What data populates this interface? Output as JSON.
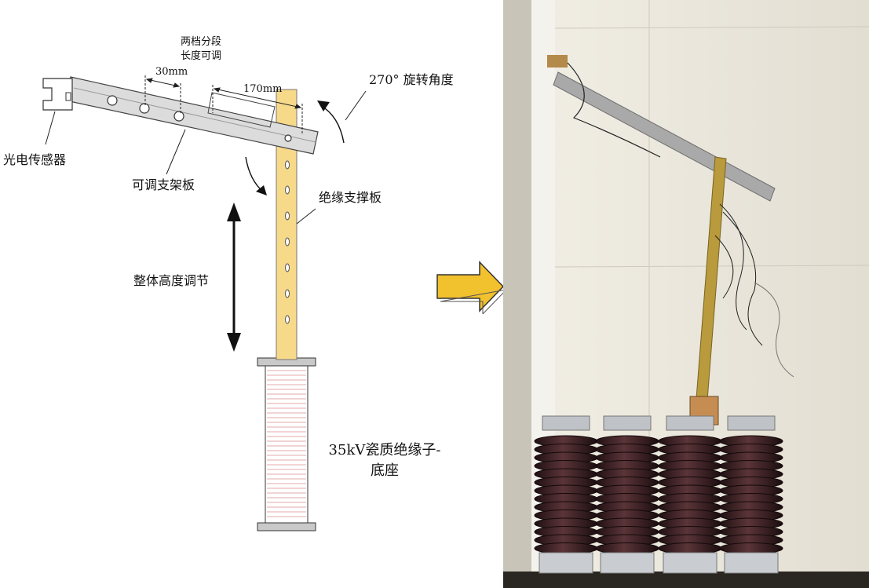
{
  "diagram": {
    "labels": {
      "photoelectric_sensor": "光电传感器",
      "adjustable_bracket": "可调支架板",
      "two_stage_line1": "两档分段",
      "two_stage_line2": "长度可调",
      "dim_30": "30mm",
      "dim_170": "170mm",
      "rotation": "270° 旋转角度",
      "insulating_support": "绝缘支撑板",
      "height_adjust": "整体高度调节",
      "insulator_line1": "35kV瓷质绝缘子-",
      "insulator_line2": "底座"
    }
  },
  "colors": {
    "arrow_fill": "#f2c12e",
    "support_plate": "#f7d98a",
    "bracket": "#dcdcdc",
    "insulator_line": "#e5a8a8",
    "porcelain": "#3a1f22",
    "wall": "#e9e6dc"
  },
  "icons": {
    "arrow": "right-arrow-icon",
    "rotation_arrow": "curved-arrow-icon",
    "height_arrow": "double-arrow-icon"
  }
}
